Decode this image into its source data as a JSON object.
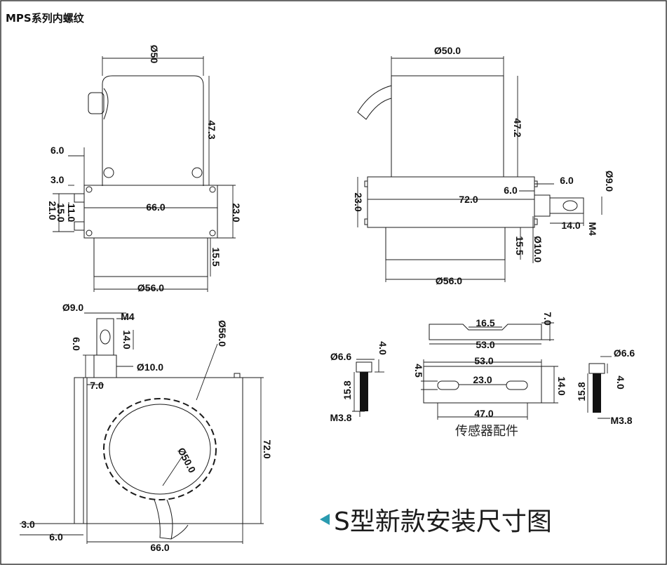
{
  "header": {
    "title": "MPS系列内螺纹"
  },
  "footer": {
    "banner": "S型新款安装尺寸图",
    "arrow_color": "#2a9bb0"
  },
  "accessories": {
    "caption": "传感器配件"
  },
  "views": {
    "top_left": {
      "d50": "Ø50",
      "h47_3": "47.3",
      "w66": "66.0",
      "h23": "23.0",
      "h15_5": "15.5",
      "d56": "Ø56.0",
      "l6": "6.0",
      "l3": "3.0",
      "l21": "21.0",
      "l15": "15.0",
      "l11": "11.0"
    },
    "top_right": {
      "d50": "Ø50.0",
      "h47_2": "47.2",
      "h23": "23.0",
      "w72": "72.0",
      "l6a": "6.0",
      "l6b": "6.0",
      "d9": "Ø9.0",
      "l14": "14.0",
      "m4": "M4",
      "h15_5": "15.5",
      "d10": "Ø10.0",
      "d56": "Ø56.0"
    },
    "bottom_left": {
      "d9": "Ø9.0",
      "m4": "M4",
      "h14": "14.0",
      "l6": "6.0",
      "d10": "Ø10.0",
      "l7": "7.0",
      "d56": "Ø56.0",
      "h72": "72.0",
      "d50": "Ø50.0",
      "l3": "3.0",
      "l6b": "6.0",
      "w66": "66.0"
    },
    "accessory_parts": {
      "w16_5": "16.5",
      "h7": "7.0",
      "w53a": "53.0",
      "w53b": "53.0",
      "h4_5": "4.5",
      "w23": "23.0",
      "h14": "14.0",
      "w47": "47.0",
      "screw_left": {
        "d": "Ø6.6",
        "h4": "4.0",
        "h15_8": "15.8",
        "thread": "M3.8"
      },
      "screw_right": {
        "d": "Ø6.6",
        "h4": "4.0",
        "h15_8": "15.8",
        "thread": "M3.8"
      }
    }
  }
}
